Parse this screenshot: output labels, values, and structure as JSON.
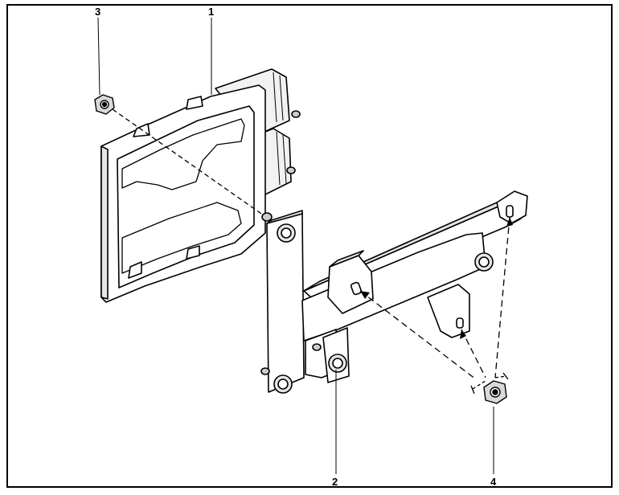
{
  "diagram": {
    "callouts": [
      {
        "id": "1",
        "label": "1"
      },
      {
        "id": "2",
        "label": "2"
      },
      {
        "id": "3",
        "label": "3"
      },
      {
        "id": "4",
        "label": "4"
      }
    ],
    "colors": {
      "line": "#000000",
      "fill": "#ffffff",
      "shade": "#e6e6e6"
    }
  }
}
